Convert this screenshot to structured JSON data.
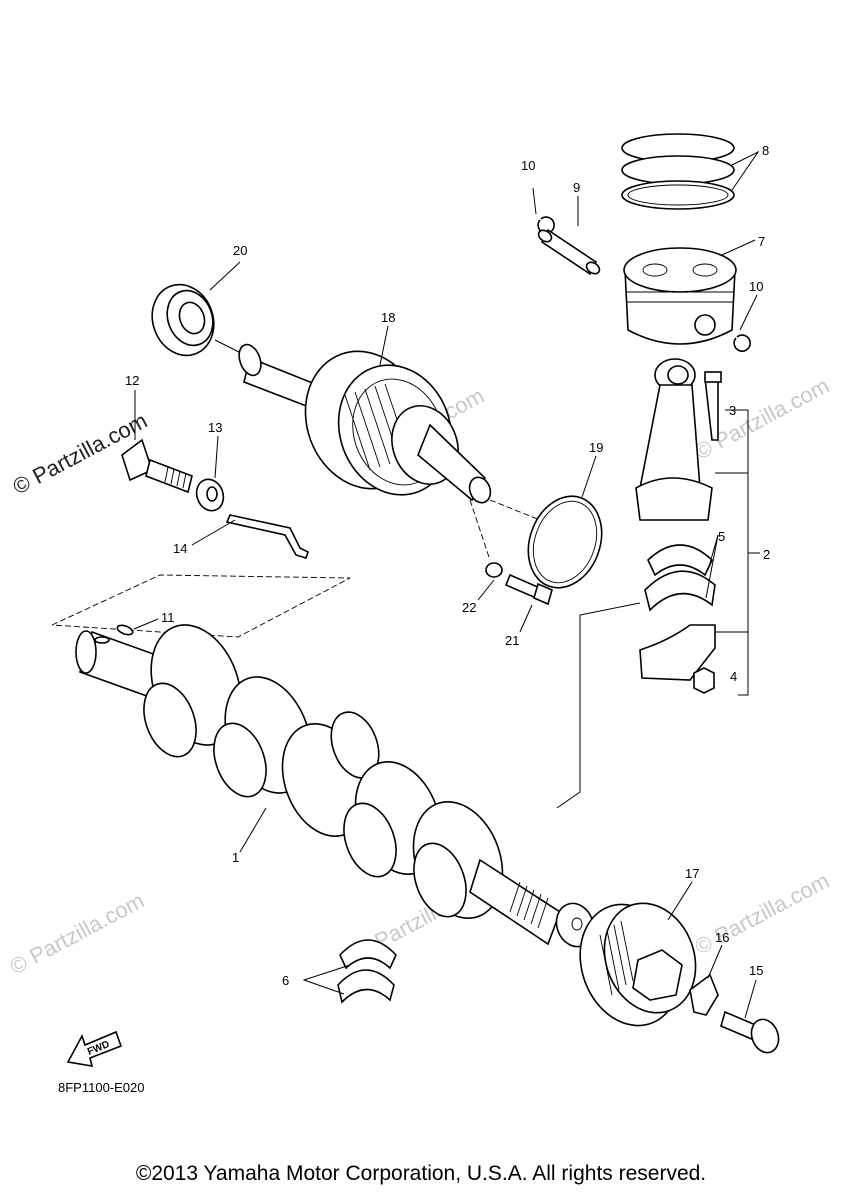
{
  "callouts": {
    "c1": "1",
    "c2": "2",
    "c3": "3",
    "c4": "4",
    "c5": "5",
    "c6": "6",
    "c7": "7",
    "c8": "8",
    "c9": "9",
    "c10a": "10",
    "c10b": "10",
    "c11": "11",
    "c12": "12",
    "c13": "13",
    "c14": "14",
    "c15": "15",
    "c16": "16",
    "c17": "17",
    "c18": "18",
    "c19": "19",
    "c20": "20",
    "c21": "21",
    "c22": "22"
  },
  "watermark": {
    "main": "© Partzilla.com",
    "faint": "© Partzilla.com"
  },
  "fwd_label": "FWD",
  "diagram_code": "8FP1100-E020",
  "copyright": "©2013 Yamaha Motor Corporation, U.S.A. All rights reserved."
}
